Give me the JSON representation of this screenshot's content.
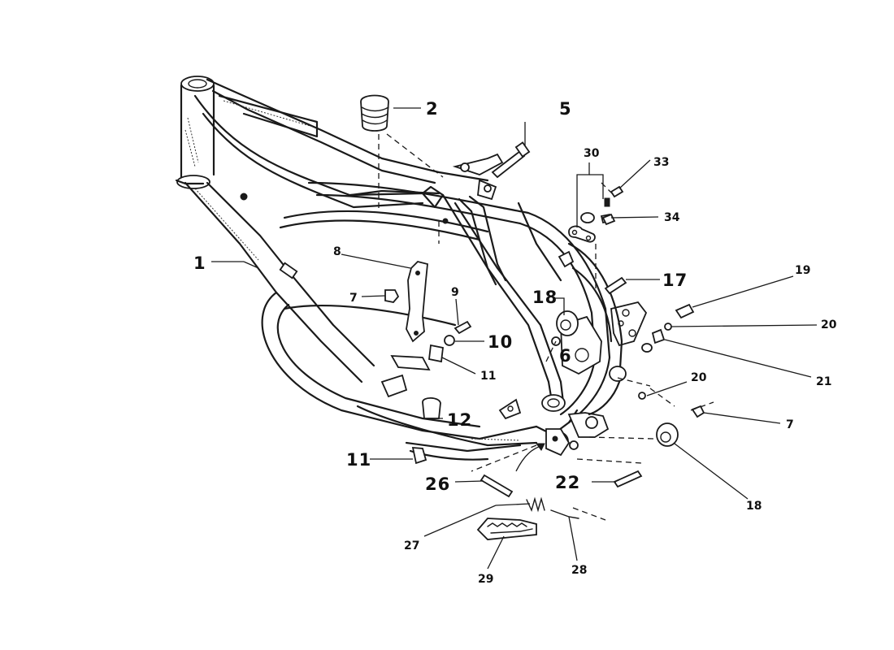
{
  "diagram": {
    "callouts": {
      "c1": "1",
      "c2": "2",
      "c5": "5",
      "c6": "6",
      "c7a": "7",
      "c7b": "7",
      "c8": "8",
      "c9": "9",
      "c10": "10",
      "c11a": "11",
      "c11b": "11",
      "c12": "12",
      "c17": "17",
      "c18a": "18",
      "c18b": "18",
      "c19": "19",
      "c20a": "20",
      "c20b": "20",
      "c21": "21",
      "c22": "22",
      "c26": "26",
      "c27": "27",
      "c28": "28",
      "c29": "29",
      "c30": "30",
      "c33": "33",
      "c34": "34"
    }
  }
}
